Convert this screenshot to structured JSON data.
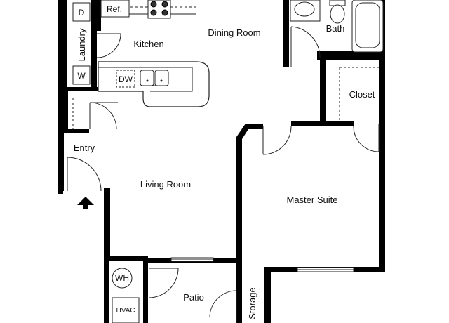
{
  "rooms": {
    "dining_room": "Dining Room",
    "kitchen": "Kitchen",
    "laundry": "Laundry",
    "bath": "Bath",
    "closet": "Closet",
    "entry": "Entry",
    "living_room": "Living Room",
    "master_suite": "Master Suite",
    "patio": "Patio",
    "storage": "Storage"
  },
  "fixtures": {
    "refrigerator": "Ref.",
    "dryer": "D",
    "washer": "W",
    "dishwasher": "DW",
    "water_heater": "WH",
    "hvac": "HVAC"
  },
  "colors": {
    "wall": "#000000",
    "line": "#222222",
    "background": "#ffffff"
  }
}
